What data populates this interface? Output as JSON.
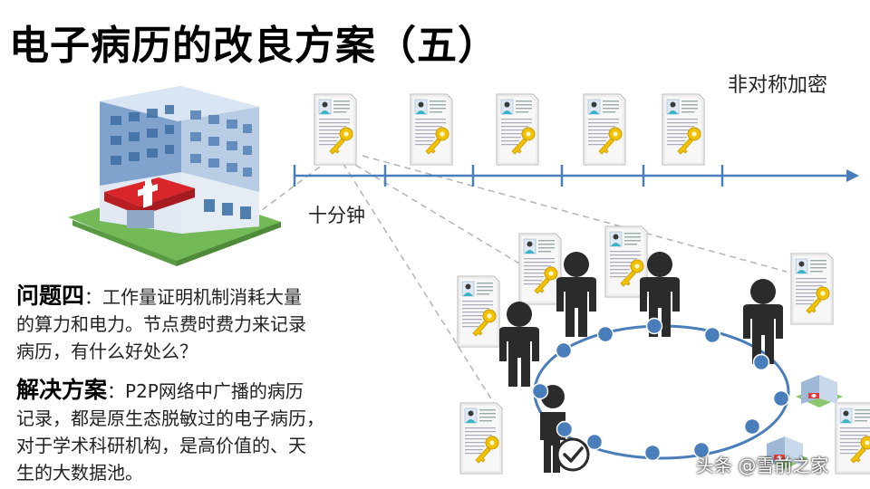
{
  "title": "电子病历的改良方案（五）",
  "timeline": {
    "label_top_right": "非对称加密",
    "label_interval": "十分钟"
  },
  "problem": {
    "heading": "问题四",
    "line1": "：工作量证明机制消耗大量",
    "line2": "的算力和电力。节点费时费力来记录",
    "line3": "病历，有什么好处么？"
  },
  "solution": {
    "heading": "解决方案",
    "line1": "：P2P网络中广播的病历",
    "line2": "记录，都是原生态脱敏过的电子病历，",
    "line3": "对于学术科研机构，是高价值的、天",
    "line4": "生的大数据池。"
  },
  "watermark": "头条 @雪前之家",
  "colors": {
    "timeline": "#4a7ebb",
    "node": "#4a7ebb",
    "person": "#2b2b2b",
    "key": "#f2c200"
  },
  "icons": [
    "hospital-icon",
    "medical-record-icon",
    "person-icon",
    "check-icon"
  ]
}
